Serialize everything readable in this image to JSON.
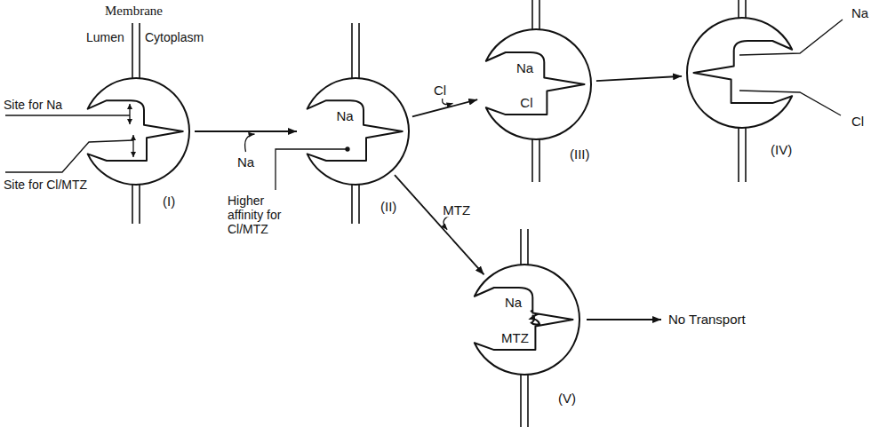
{
  "diagram": {
    "nodes": [
      {
        "text": [
          "(I)"
        ]
      },
      {
        "text": [
          "Na",
          "(II)"
        ]
      },
      {
        "text": [
          "Na",
          "Cl",
          "(III)"
        ]
      },
      {
        "text": [
          "(IV)"
        ]
      },
      {
        "text": [
          "Na",
          "MTZ",
          "(V)"
        ]
      }
    ],
    "edges": [
      {
        "from": 0,
        "to": 1,
        "arrow": "to",
        "label": "Na"
      },
      {
        "from": 1,
        "to": 2,
        "arrow": "to",
        "label": "Cl"
      },
      {
        "from": 2,
        "to": 3,
        "arrow": "to"
      },
      {
        "from": 1,
        "to": 4,
        "arrow": "to",
        "label": "MTZ"
      }
    ],
    "labels": [
      "Membrane",
      "Lumen",
      "Cytoplasm",
      "Site for Na",
      "Site for Cl/MTZ",
      "Higher affinity for Cl/MTZ",
      "Na",
      "Cl",
      "No Transport"
    ]
  }
}
